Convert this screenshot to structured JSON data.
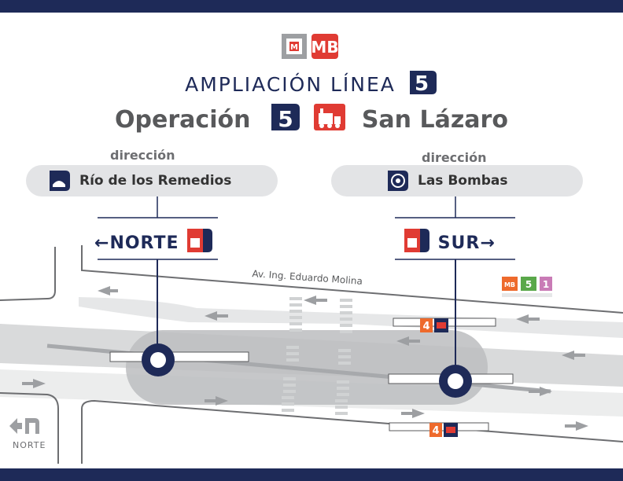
{
  "header": {
    "title_line1": "AMPLIACIÓN LÍNEA",
    "title_line1_badge": "5",
    "title_line2_prefix": "Operación",
    "title_line2_badge": "5",
    "title_line2_suffix": "San Lázaro"
  },
  "left_direction": {
    "label": "dirección",
    "destination": "Río de los Remedios",
    "sign": "NORTE"
  },
  "right_direction": {
    "label": "dirección",
    "destination": "Las Bombas",
    "sign": "SUR"
  },
  "map": {
    "street_name": "Av. Ing. Eduardo Molina",
    "route_badges": [
      "4",
      "4"
    ],
    "mini_logos": [
      "MB",
      "5",
      "1"
    ],
    "compass_label": "NORTE"
  },
  "colors": {
    "navy": "#1e2a58",
    "red": "#e03b33",
    "orange": "#ee6a2c",
    "gray_road": "#d9dadb",
    "gray_station": "#bcbdbf",
    "pink": "#c97bb6",
    "green": "#5aa84a"
  }
}
